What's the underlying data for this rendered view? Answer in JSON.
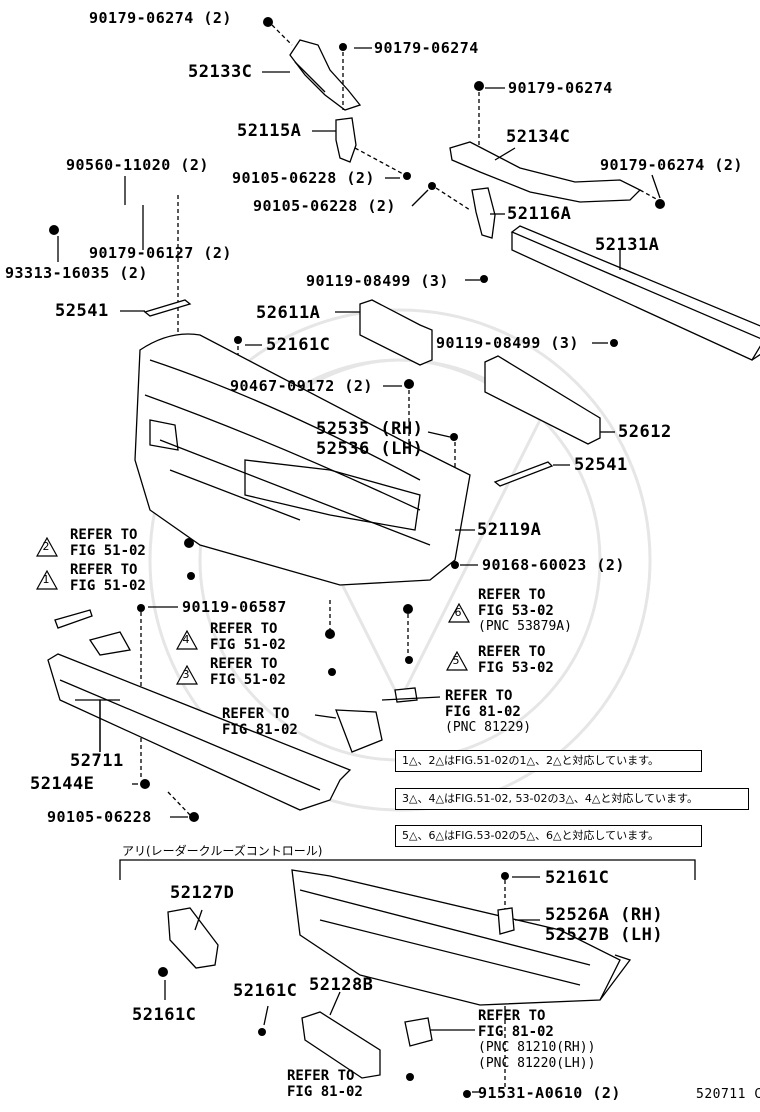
{
  "labels": {
    "p1": "90179-06274 (2)",
    "p2": "90179-06274",
    "p3": "52133C",
    "p4": "90179-06274",
    "p5": "52115A",
    "p6": "52134C",
    "p7": "90560-11020 (2)",
    "p8": "90105-06228 (2)",
    "p9": "90179-06274 (2)",
    "p10": "90105-06228 (2)",
    "p11": "52116A",
    "p12": "90179-06127 (2)",
    "p13": "52131A",
    "p14": "93313-16035 (2)",
    "p15": "90119-08499 (3)",
    "p16": "52541",
    "p17": "52611A",
    "p18": "52161C",
    "p19": "90119-08499 (3)",
    "p20": "90467-09172 (2)",
    "p21": "52535 (RH)",
    "p22": "52536 (LH)",
    "p23": "52612",
    "p24": "52541",
    "p25": "52119A",
    "p26": "90168-60023 (2)",
    "p27": "90119-06587",
    "p28": "52711",
    "p29": "52144E",
    "p30": "90105-06228",
    "p31": "52161C",
    "p32": "52127D",
    "p33": "52526A (RH)",
    "p34": "52527B (LH)",
    "p35": "52161C",
    "p36": "52128B",
    "p37": "52161C",
    "p38": "91531-A0610 (2)",
    "code": "520711 C"
  },
  "refs": {
    "r2_line1": "REFER TO",
    "r2_line2": "FIG 51-02",
    "r2_num": "2",
    "r1_line1": "REFER TO",
    "r1_line2": "FIG 51-02",
    "r1_num": "1",
    "r6_line1": "REFER TO",
    "r6_line2": "FIG 53-02",
    "r6_sub": "(PNC 53879A)",
    "r6_num": "6",
    "r4_line1": "REFER TO",
    "r4_line2": "FIG 51-02",
    "r4_num": "4",
    "r5_line1": "REFER TO",
    "r5_line2": "FIG 53-02",
    "r5_num": "5",
    "r3_line1": "REFER TO",
    "r3_line2": "FIG 51-02",
    "r3_num": "3",
    "fog_line1": "REFER TO",
    "fog_line2": "FIG 81-02",
    "fog_sub": "(PNC 81229)",
    "lamp_line1": "REFER TO",
    "lamp_line2": "FIG 81-02",
    "radar_line1": "REFER TO",
    "radar_line2": "FIG 81-02",
    "radar_sub1": "(PNC 81210(RH))",
    "radar_sub2": "(PNC 81220(LH))",
    "bot_line1": "REFER TO",
    "bot_line2": "FIG 81-02"
  },
  "notes": {
    "n1_a": "1",
    "n1_b": "2",
    "n1_text1": "はFIG.51-02の",
    "n1_c": "1",
    "n1_d": "2",
    "n1_text2": "と対応しています。",
    "n2_a": "3",
    "n2_b": "4",
    "n2_text1": "はFIG.51-02, 53-02の",
    "n2_c": "3",
    "n2_d": "4",
    "n2_text2": "と対応しています。",
    "n3_a": "5",
    "n3_b": "6",
    "n3_text1": "はFIG.53-02の",
    "n3_c": "5",
    "n3_d": "6",
    "n3_text2": "と対応しています。",
    "radar_section": "アリ(レーダークルーズコントロール)"
  }
}
